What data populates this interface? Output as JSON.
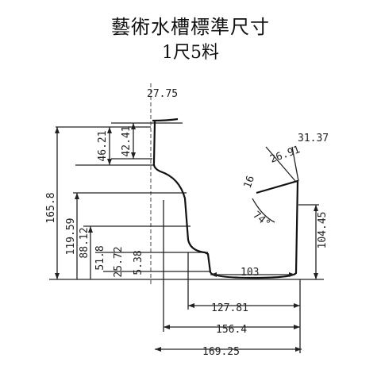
{
  "title": "藝術水槽標準尺寸",
  "subtitle": "1尺5料",
  "dimensions": {
    "top_lip": "27.75",
    "h_46_21": "46.21",
    "h_42_41": "42.41",
    "h_165_8": "165.8",
    "h_119_59": "119.59",
    "h_88_12": "88.12",
    "h_51_8": "51.8",
    "h_25_72": "25.72",
    "h_5_38": "5.38",
    "bottom_103": "103",
    "right_31_37": "31.37",
    "right_26_91": "26.91",
    "right_16": "16",
    "angle_74": "74°",
    "right_104_45": "104.45",
    "w_127_81": "127.81",
    "w_156_4": "156.4",
    "w_169_25": "169.25"
  }
}
